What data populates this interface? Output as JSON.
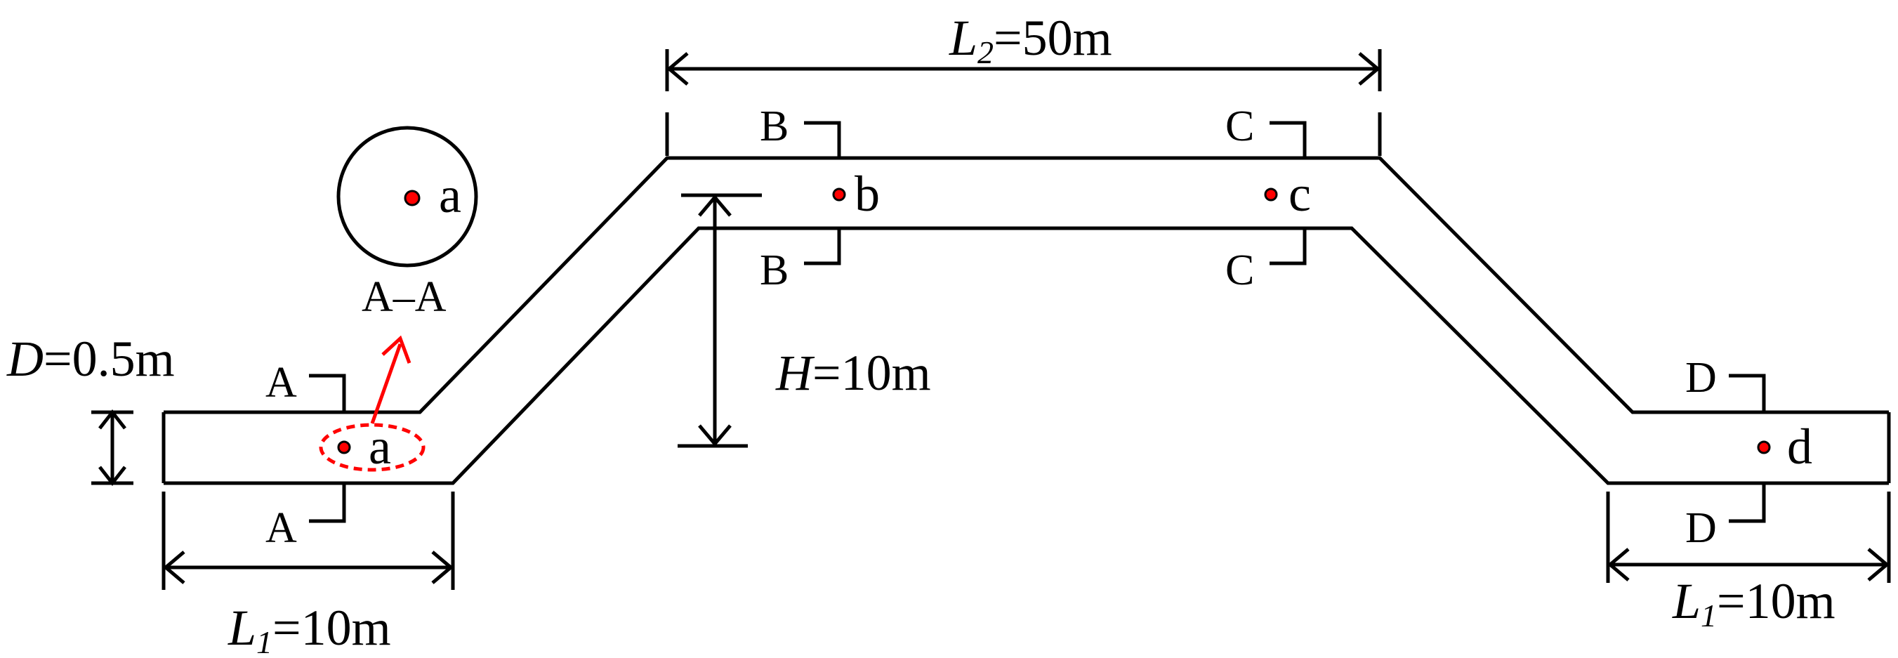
{
  "dimensions": {
    "D": "D",
    "D_value": "=0.5m",
    "L1_left": "L",
    "L1_left_sub": "1",
    "L1_left_value": "=10m",
    "L1_right": "L",
    "L1_right_sub": "1",
    "L1_right_value": "=10m",
    "L2": "L",
    "L2_sub": "2",
    "L2_value": "=50m",
    "H": "H",
    "H_value": "=10m"
  },
  "sections": {
    "A_top": "A",
    "A_bottom": "A",
    "B_top": "B",
    "B_bottom": "B",
    "C_top": "C",
    "C_bottom": "C",
    "D_top": "D",
    "D_bottom": "D"
  },
  "points": {
    "a": "a",
    "a_inset": "a",
    "b": "b",
    "c": "c",
    "d": "d"
  },
  "inset": {
    "caption": "A–A"
  },
  "colors": {
    "line": "#000000",
    "measurement_point": "#ff0000",
    "highlight": "#ff0000"
  }
}
